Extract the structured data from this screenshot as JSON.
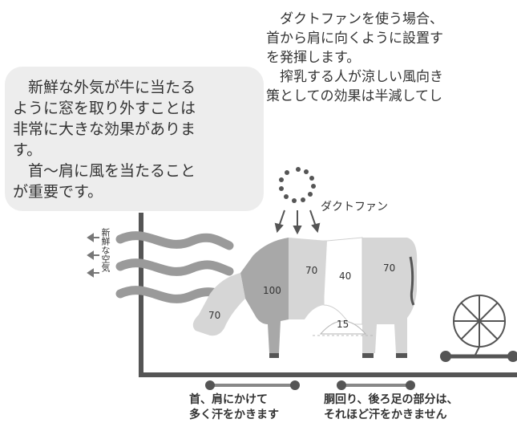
{
  "paragraph": {
    "lines": [
      "ダクトファンを使う場合、",
      "首から肩に向くように設置す",
      "を発揮します。",
      "搾乳する人が涼しい風向き",
      "策としての効果は半減してし"
    ]
  },
  "bubble": {
    "lines": [
      "新鮮な外気が牛に当たる",
      "ように窓を取り外すことは",
      "非常に大きな効果がありま",
      "す。",
      "首～肩に風を当たること",
      "が重要です。"
    ]
  },
  "fan_label": "ダクトファン",
  "air_label": "新鮮な空気",
  "body_values": {
    "head": "70",
    "neck": "100",
    "shoulder": "70",
    "middle": "40",
    "rear": "70",
    "belly": "15"
  },
  "captions": {
    "front": [
      "首、肩にかけて",
      "多く汗をかきます"
    ],
    "rear": [
      "胴回り、後ろ足の部分は、",
      "それほど汗をかきません"
    ]
  },
  "colors": {
    "body_dark": "#a8a8a8",
    "body_light": "#d6d6d6",
    "airflow": "#9a9a9a",
    "bubble": "#ededed",
    "line": "#555555"
  }
}
